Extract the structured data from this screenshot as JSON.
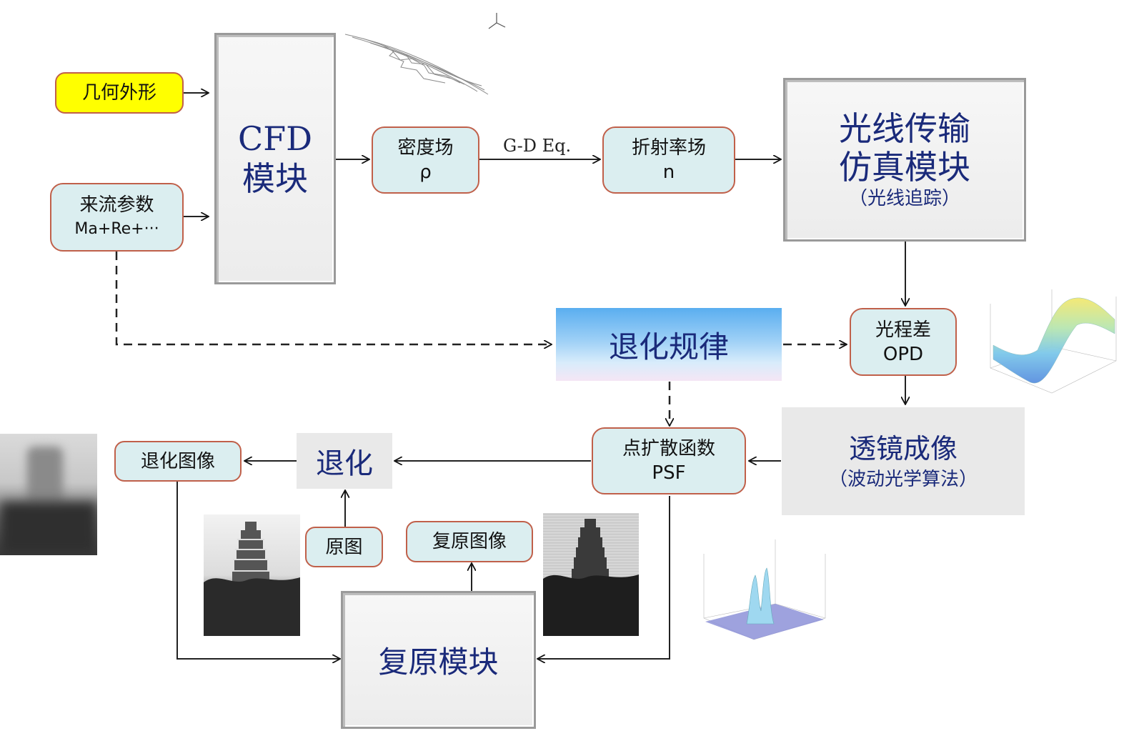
{
  "inputs": {
    "geometry": "几何外形",
    "inflow_line1": "来流参数",
    "inflow_line2": "Ma+Re+···"
  },
  "cfd": {
    "line1": "CFD",
    "line2": "模块"
  },
  "density": {
    "line1": "密度场",
    "line2": "ρ"
  },
  "gd_label": "G-D Eq.",
  "refraction": {
    "line1": "折射率场",
    "line2": "n"
  },
  "ray_module": {
    "line1": "光线传输",
    "line2": "仿真模块",
    "sub": "（光线追踪）"
  },
  "degradation_law": "退化规律",
  "opd": {
    "line1": "光程差",
    "line2": "OPD"
  },
  "lens": {
    "line1": "透镜成像",
    "sub": "（波动光学算法）"
  },
  "psf": {
    "line1": "点扩散函数",
    "line2": "PSF"
  },
  "degrade": "退化",
  "degraded_image": "退化图像",
  "original": "原图",
  "restored_image": "复原图像",
  "restore_module": "复原模块",
  "colors": {
    "node_fill": "#dbeef0",
    "node_border": "#c0604a",
    "title_navy": "#1a2a7a",
    "input_yellow": "#ffff00"
  }
}
